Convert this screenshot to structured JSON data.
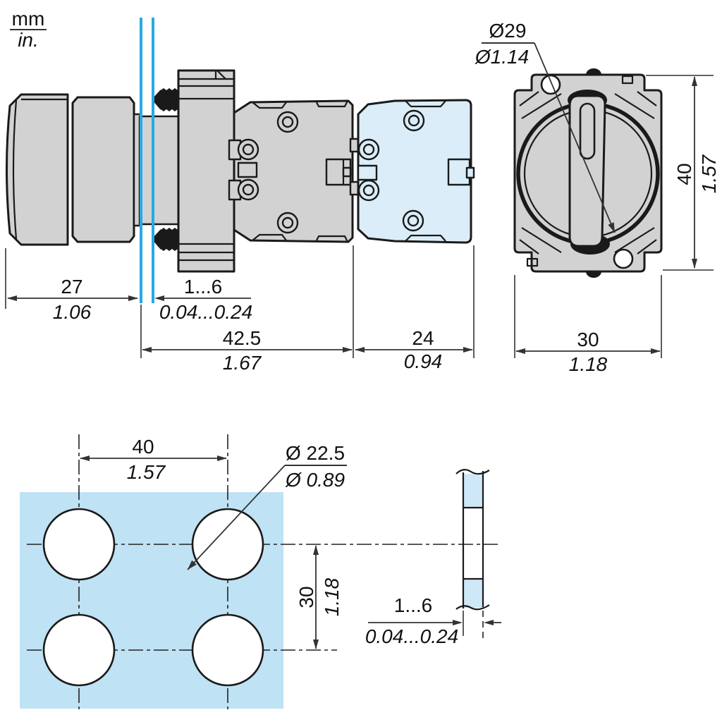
{
  "legend": {
    "unit_top": "mm",
    "unit_bottom": "in."
  },
  "colors": {
    "part-gray": "#d2d2d2",
    "block-blue": "#daedf8",
    "panel-blue": "#bfe2f4",
    "strip-blue": "#cfe8f7",
    "cyan": "#29a9e0",
    "line": "#1a1a1a",
    "dim": "#333333"
  },
  "side_view": {
    "knob_length": {
      "mm": "27",
      "in": "1.06"
    },
    "panel_thickness": {
      "mm": "1...6",
      "in": "0.04...0.24"
    },
    "mounting_depth": {
      "mm": "42.5",
      "in": "1.67"
    },
    "contact_block_depth": {
      "mm": "24",
      "in": "0.94"
    }
  },
  "front_view": {
    "knob_diameter": {
      "mm": "Ø29",
      "in": "Ø1.14"
    },
    "height": {
      "mm": "40",
      "in": "1.57"
    },
    "width": {
      "mm": "30",
      "in": "1.18"
    }
  },
  "cutout_view": {
    "hole_spacing_h": {
      "mm": "40",
      "in": "1.57"
    },
    "hole_diameter": {
      "mm": "Ø 22.5",
      "in": "Ø 0.89"
    },
    "hole_spacing_v": {
      "mm": "30",
      "in": "1.18"
    },
    "panel_thickness": {
      "mm": "1...6",
      "in": "0.04...0.24"
    }
  }
}
